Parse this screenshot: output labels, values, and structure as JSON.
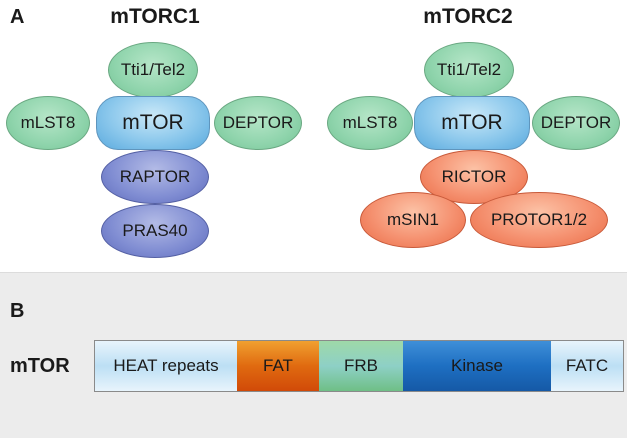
{
  "panel_a": {
    "letter": "A",
    "complexes": [
      {
        "title": "mTORC1",
        "core": "mTOR",
        "top": "Tti1/Tel2",
        "left": "mLST8",
        "right": "DEPTOR",
        "below": [
          "RAPTOR",
          "PRAS40"
        ]
      },
      {
        "title": "mTORC2",
        "core": "mTOR",
        "top": "Tti1/Tel2",
        "left": "mLST8",
        "right": "DEPTOR",
        "below": [
          "RICTOR",
          "mSIN1",
          "PROTOR1/2"
        ]
      }
    ]
  },
  "panel_b": {
    "letter": "B",
    "protein_label": "mTOR",
    "domains": [
      "HEAT repeats",
      "FAT",
      "FRB",
      "Kinase",
      "FATC"
    ]
  },
  "colors": {
    "shared_subunit": "#8fd4ac",
    "mtor_core": "#8cc8ec",
    "mtorc1_specific": "#7f8cd2",
    "mtorc2_specific": "#f59170",
    "fat_domain": "#e06a10",
    "frb_domain": "#8ed0c6",
    "kinase_domain": "#1e6fc2"
  }
}
